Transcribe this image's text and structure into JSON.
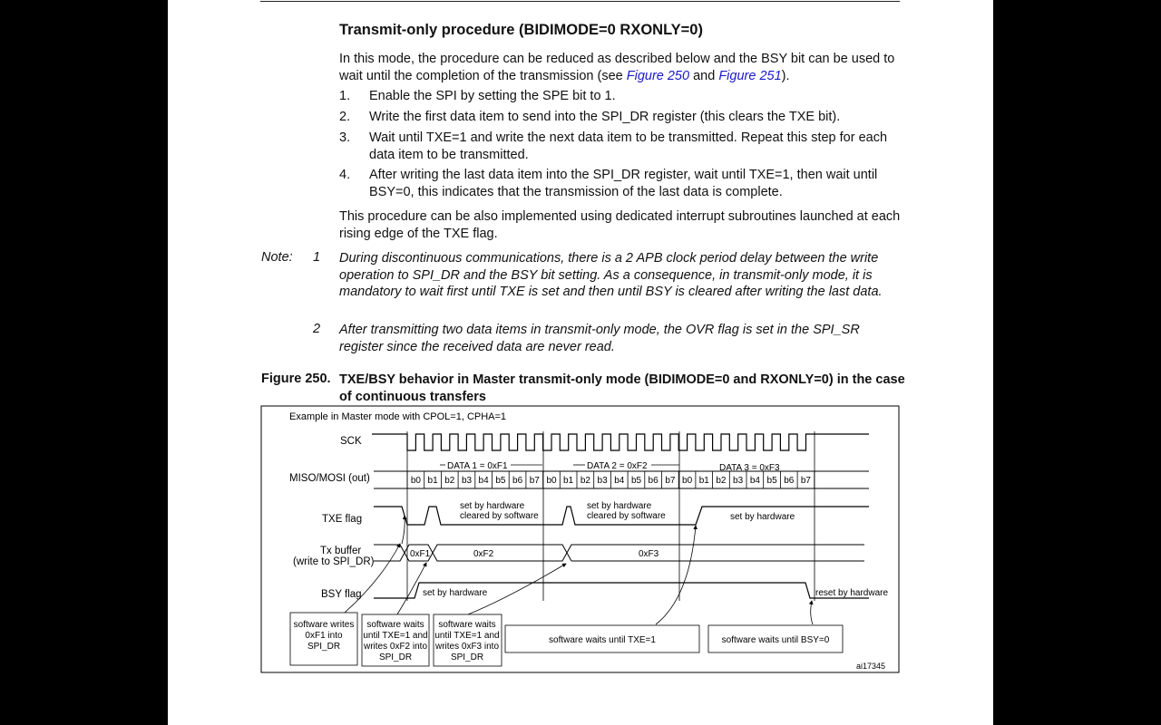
{
  "section_title": "Transmit-only procedure (BIDIMODE=0 RXONLY=0)",
  "intro": {
    "before": "In this mode, the procedure can be reduced as described below and the BSY bit can be used to wait until the completion of the transmission (see ",
    "link1": "Figure 250",
    "mid": " and ",
    "link2": "Figure 251",
    "after": ")."
  },
  "steps": [
    {
      "num": "1.",
      "text": "Enable the SPI by setting the SPE bit to 1."
    },
    {
      "num": "2.",
      "text": "Write the first data item to send into the SPI_DR register (this clears the TXE bit)."
    },
    {
      "num": "3.",
      "text": "Wait until TXE=1 and write the next data item to be transmitted. Repeat this step for each data item to be transmitted."
    },
    {
      "num": "4.",
      "text": "After writing the last data item into the SPI_DR register, wait until TXE=1, then wait until BSY=0, this indicates that the transmission of the last data is complete."
    }
  ],
  "interrupt_para": "This procedure can be also implemented using dedicated interrupt subroutines launched at each rising edge of the TXE flag.",
  "note": {
    "label": "Note:",
    "items": [
      {
        "num": "1",
        "text": "During discontinuous communications, there is a 2 APB clock period delay between the write operation to SPI_DR and the BSY bit setting. As a consequence, in transmit-only mode, it is mandatory to wait first until TXE is set and then until BSY is cleared after writing the last data."
      },
      {
        "num": "2",
        "text": "After transmitting two data items in transmit-only mode, the OVR flag is set in the SPI_SR register since the received data are never read."
      }
    ]
  },
  "figure": {
    "label": "Figure 250.",
    "title": "TXE/BSY behavior in Master transmit-only mode (BIDIMODE=0 and RXONLY=0) in the case of continuous transfers",
    "example": "Example in Master mode with CPOL=1, CPHA=1",
    "signals": {
      "sck": "SCK",
      "miso": "MISO/MOSI (out)",
      "txe": "TXE flag",
      "txbuf1": "Tx buffer",
      "txbuf2": "(write to SPI_DR)",
      "bsy": "BSY flag"
    },
    "data_headers": [
      "DATA 1 = 0xF1",
      "DATA 2 = 0xF2",
      "DATA 3 = 0xF3"
    ],
    "bits": [
      "b0",
      "b1",
      "b2",
      "b3",
      "b4",
      "b5",
      "b6",
      "b7",
      "b0",
      "b1",
      "b2",
      "b3",
      "b4",
      "b5",
      "b6",
      "b7",
      "b0",
      "b1",
      "b2",
      "b3",
      "b4",
      "b5",
      "b6",
      "b7"
    ],
    "txe_notes": {
      "n1a": "set by hardware",
      "n1b": "cleared by software",
      "n2a": "set by hardware",
      "n2b": "cleared by software",
      "n3": "set by hardware"
    },
    "buffer_values": [
      "0xF1",
      "0xF2",
      "0xF3"
    ],
    "bsy_notes": {
      "set": "set by hardware",
      "reset": "reset by hardware"
    },
    "boxes": {
      "b1": [
        "software writes",
        "0xF1 into",
        "SPI_DR"
      ],
      "b2": [
        "software waits",
        "until TXE=1 and",
        "writes 0xF2 into",
        "SPI_DR"
      ],
      "b3": [
        "software waits",
        "until TXE=1 and",
        "writes 0xF3 into",
        "SPI_DR"
      ],
      "b4": [
        "software waits until TXE=1"
      ],
      "b5": [
        "software waits until BSY=0"
      ]
    },
    "ref": "ai17345"
  }
}
